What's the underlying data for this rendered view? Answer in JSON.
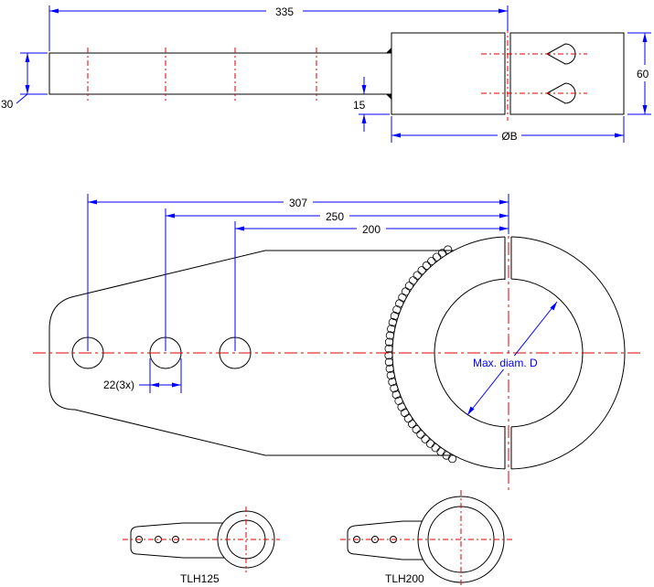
{
  "colors": {
    "object": "#000000",
    "dimension": "#0000ff",
    "centerline": "#e00000",
    "text": "#000000",
    "background": "#ffffff"
  },
  "top_view": {
    "dim_overall_length": "335",
    "dim_bar_thickness": "30",
    "dim_block_height": "60",
    "dim_offset": "15",
    "dim_diameter": "ØB"
  },
  "front_view": {
    "dim_hole1": "307",
    "dim_hole2": "250",
    "dim_hole3": "200",
    "dim_hole_spacing": "22(3x)",
    "max_diameter_label": "Max. diam. D"
  },
  "variants": [
    {
      "label": "TLH125"
    },
    {
      "label": "TLH200"
    }
  ]
}
